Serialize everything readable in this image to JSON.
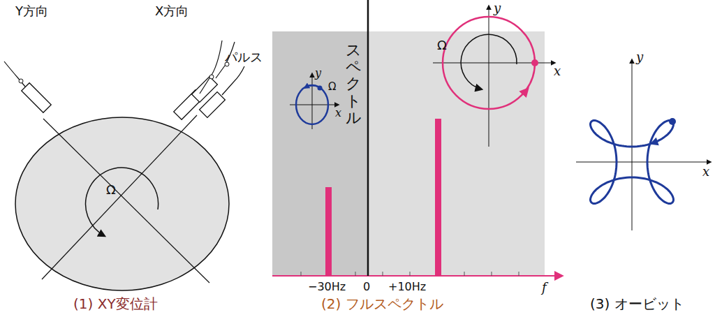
{
  "diagram": {
    "labels": [
      "Y方向",
      "X方向",
      "パルス",
      "Ω",
      "(1) XY変位計",
      "スペクトル",
      "y",
      "Ω",
      "x",
      "y",
      "Ω",
      "x",
      "−30Hz",
      "0",
      "+10Hz",
      "f",
      "(2) フルスペクトル",
      "y",
      "x",
      "(3) オービット"
    ]
  }
}
